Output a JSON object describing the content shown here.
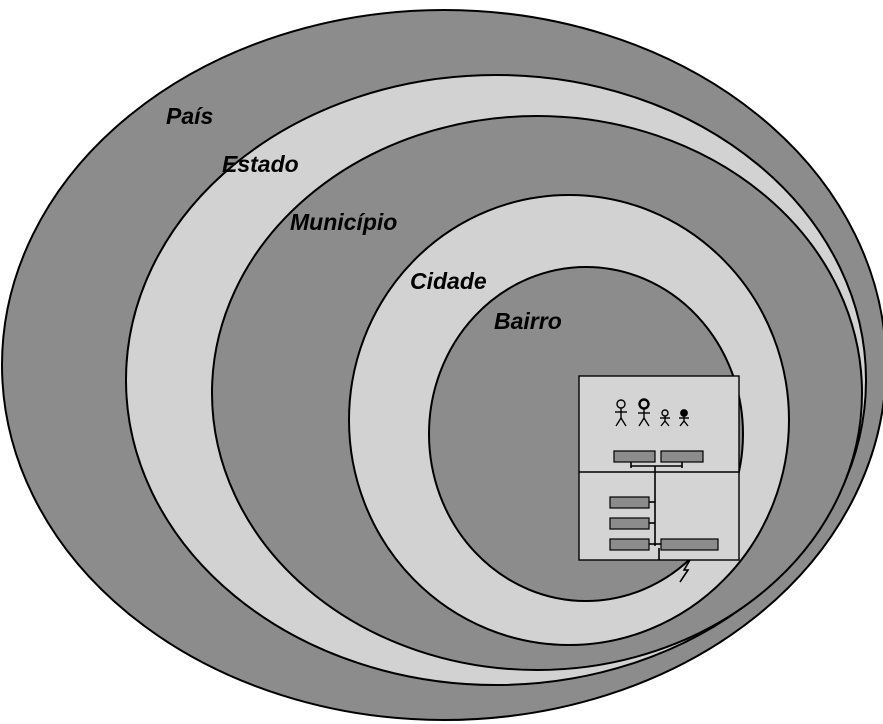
{
  "levels": [
    {
      "label": "País"
    },
    {
      "label": "Estado"
    },
    {
      "label": "Município"
    },
    {
      "label": "Cidade"
    },
    {
      "label": "Bairro"
    }
  ],
  "colors": {
    "dark_ring": "#8c8c8c",
    "light_ring": "#d2d2d2",
    "outline": "#000000",
    "background": "#ffffff"
  },
  "icons": [
    "man-figure-icon",
    "woman-figure-icon",
    "boy-figure-icon",
    "girl-figure-icon",
    "lightning-icon"
  ]
}
